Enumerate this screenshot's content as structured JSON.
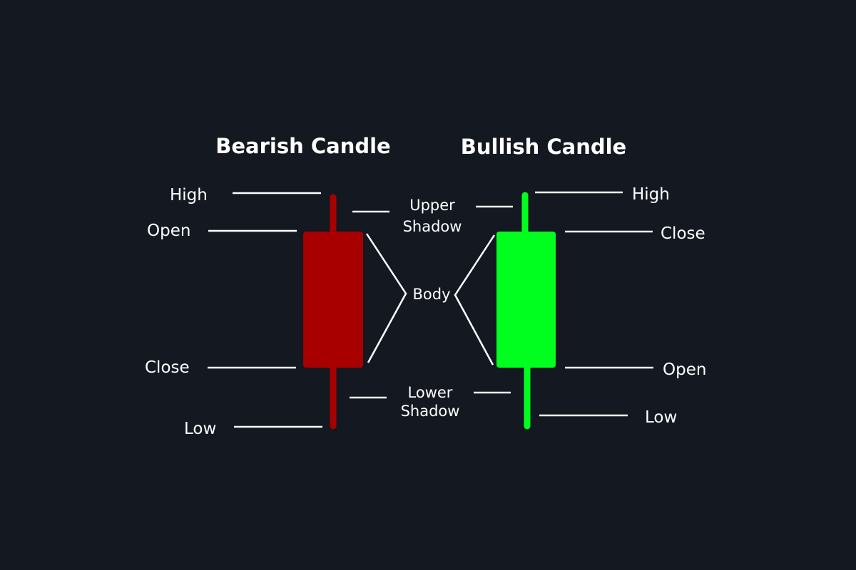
{
  "colors": {
    "background": "#131821",
    "bearish": "#a80000",
    "bullish": "#00ff1f",
    "text": "#ffffff"
  },
  "bearish": {
    "title": "Bearish Candle",
    "high": "High",
    "open": "Open",
    "close": "Close",
    "low": "Low"
  },
  "bullish": {
    "title": "Bullish Candle",
    "high": "High",
    "close": "Close",
    "open": "Open",
    "low": "Low"
  },
  "middle": {
    "upper_shadow": [
      "Upper",
      "Shadow"
    ],
    "body": "Body",
    "lower_shadow": [
      "Lower",
      "Shadow"
    ]
  }
}
